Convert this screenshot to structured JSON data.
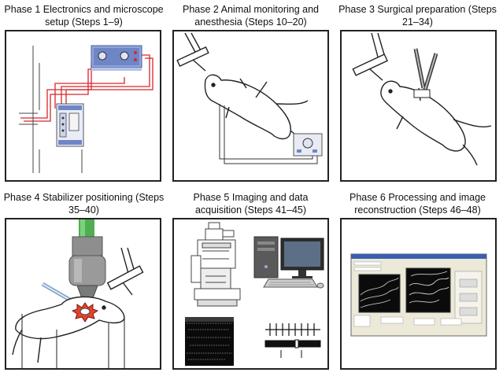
{
  "phases": [
    {
      "title": "Phase 1 Electronics and microscope setup (Steps 1–9)"
    },
    {
      "title": "Phase 2 Animal monitoring and anesthesia (Steps 10–20)"
    },
    {
      "title": "Phase 3 Surgical preparation (Steps 21–34)"
    },
    {
      "title": "Phase 4 Stabilizer positioning (Steps 35–40)"
    },
    {
      "title": "Phase 5 Imaging and data acquisition (Steps 41–45)"
    },
    {
      "title": "Phase 6 Processing and image reconstruction (Steps 46–48)"
    }
  ],
  "colors": {
    "panel_border": "#222222",
    "wire_red": "#d8262b",
    "wire_dark": "#333333",
    "device_blue": "#6f86c6",
    "objective_green": "#4fae52",
    "laser_glow": "#e2442a"
  },
  "icons": [
    "electronics-rack-icon",
    "stimulator-box-icon",
    "rat-icon",
    "stereotax-arm-icon",
    "monitor-device-icon",
    "forceps-icon",
    "objective-icon",
    "syringe-icon",
    "microscope-icon",
    "computer-tower-icon",
    "monitor-icon",
    "keyboard-icon",
    "image-stack-icon",
    "ecg-trace-icon",
    "software-window-icon"
  ]
}
